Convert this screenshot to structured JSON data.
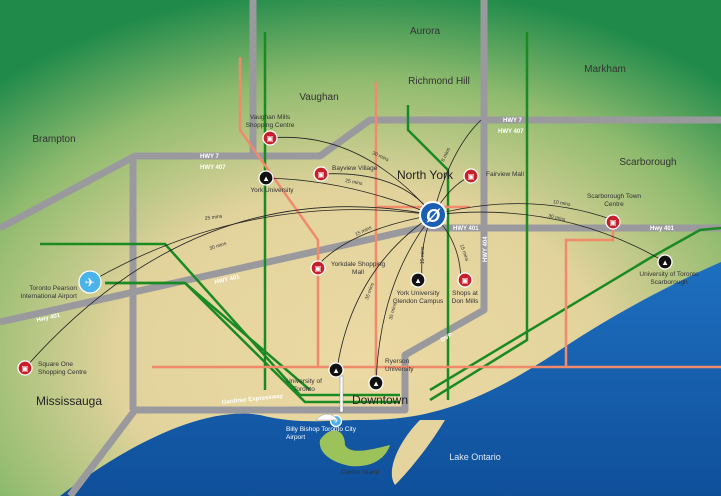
{
  "map": {
    "colors": {
      "land_north": "#1f8a4a",
      "land_core": "#e8d7a2",
      "water": "#1565b8",
      "highway": "#9a9a9e",
      "go_transit": "#1a8a22",
      "ttc_subway": "#f08a6a",
      "hub": "#1a5fb4",
      "poi_shopping": "#c8202a",
      "poi_university": "#111111"
    },
    "hub_icon": "project-logo-icon",
    "cities": {
      "aurora": "Aurora",
      "richmond_hill": "Richmond Hill",
      "markham": "Markham",
      "vaughan": "Vaughan",
      "brampton": "Brampton",
      "north_york": "North York",
      "scarborough": "Scarborough",
      "mississauga": "Mississauga",
      "downtown": "Downtown"
    },
    "water": {
      "lake": "Lake Ontario",
      "centre_island": "Centre Island"
    },
    "highways": {
      "hwy7_a": "HWY 7",
      "hwy7_b": "HWY 7",
      "hwy407_a": "HWY 407",
      "hwy407_b": "HWY 407",
      "hwy401_a": "HWY 401",
      "hwy401_b": "HWY 401",
      "hwy401_c": "Hwy 401",
      "hwy401_d": "Hwy 401",
      "hwy404": "HWY 404",
      "dvp": "DVP",
      "gardiner": "Gardiner Expressway"
    },
    "pois": {
      "vaughan_mills": {
        "label": "Vaughan Mills Shopping Centre",
        "type": "shopping",
        "mins": "30 mins"
      },
      "york_u": {
        "label": "York University",
        "type": "university",
        "mins": "25 mins"
      },
      "bayview_village": {
        "label": "Bayview Village",
        "type": "shopping"
      },
      "fairview": {
        "label": "Fairview Mall",
        "type": "shopping",
        "mins": "8 mins"
      },
      "stc": {
        "label": "Scarborough Town Centre",
        "type": "shopping",
        "mins": "10 mins"
      },
      "utsc": {
        "label": "University of Toronto Scarborough",
        "type": "university",
        "mins": "30 mins"
      },
      "pearson": {
        "label": "Toronto Pearson International Airport",
        "type": "airport",
        "mins": "25 mins"
      },
      "square_one": {
        "label": "Square One Shopping Centre",
        "type": "shopping",
        "mins": "30 mins"
      },
      "yorkdale": {
        "label": "Yorkdale Shopping Mall",
        "type": "shopping",
        "mins": "15 mins"
      },
      "glendon": {
        "label": "York University Glendon Campus",
        "type": "university",
        "mins": "15 mins"
      },
      "don_mills": {
        "label": "Shops at Don Mills",
        "type": "shopping",
        "mins": "15 mins"
      },
      "uoft": {
        "label": "University of Toronto",
        "type": "university",
        "mins": "35 mins"
      },
      "ryerson": {
        "label": "Ryerson University",
        "type": "university",
        "mins": "35 mins"
      },
      "billy_bishop": {
        "label": "Billy Bishop Toronto City Airport",
        "type": "airport"
      }
    }
  }
}
